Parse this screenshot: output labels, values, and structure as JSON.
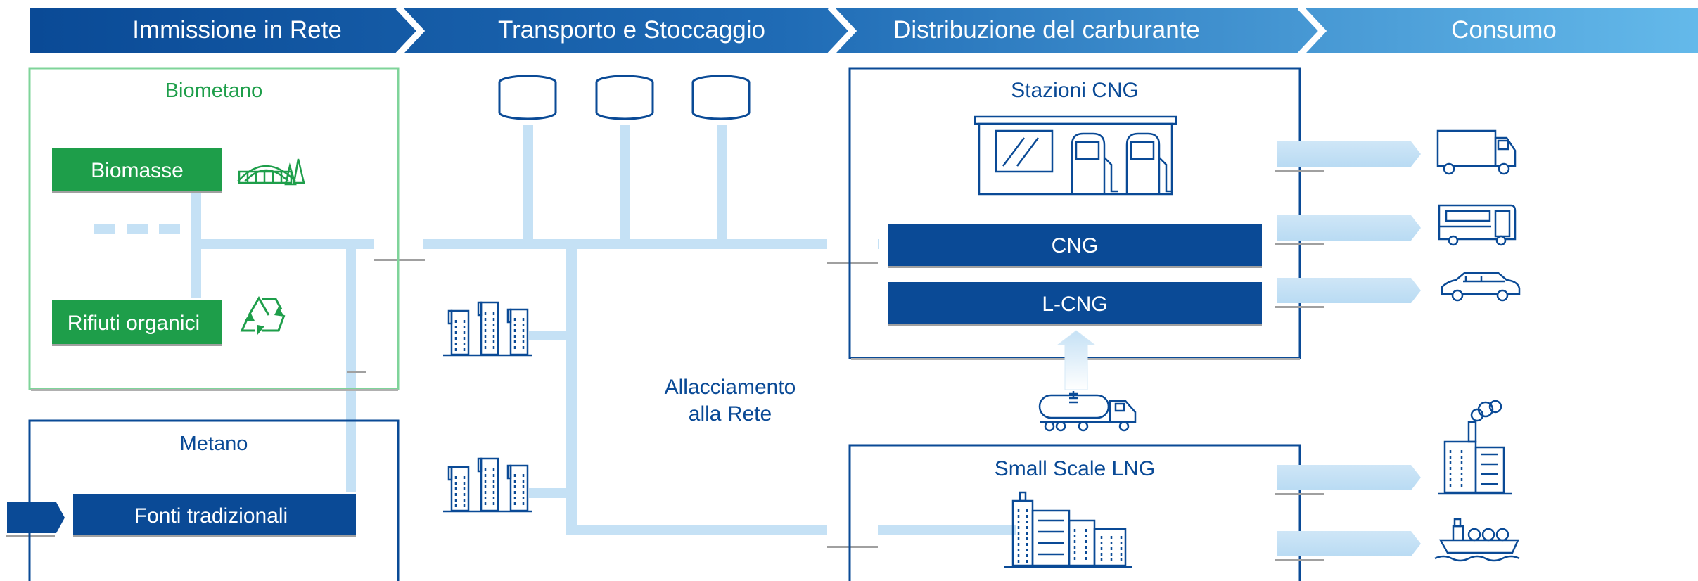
{
  "stages": [
    {
      "label": "Immissione in Rete"
    },
    {
      "label": "Transporto e Stoccaggio"
    },
    {
      "label": "Distribuzione del carburante"
    },
    {
      "label": "Consumo"
    }
  ],
  "biometano": {
    "title": "Biometano",
    "biomasse": "Biomasse",
    "rifiuti": "Rifiuti organici"
  },
  "metano": {
    "title": "Metano",
    "fonti": "Fonti tradizionali"
  },
  "allacciamento": {
    "line1": "Allacciamento",
    "line2": "alla Rete"
  },
  "distribuzione": {
    "stazioni_title": "Stazioni CNG",
    "cng": "CNG",
    "lcng": "L-CNG",
    "small_scale_title": "Small Scale LNG"
  },
  "colors": {
    "dark_blue": "#0a4a96",
    "mid_blue": "#1f6bb5",
    "light_blue": "#5fb3e6",
    "pipe": "#c5e1f5",
    "green": "#1e9e4a",
    "green_border": "#7fd49a"
  },
  "icons": [
    "forest-icon",
    "recycle-icon",
    "storage-tank-icon",
    "buildings-icon",
    "fuel-station-icon",
    "tanker-truck-icon",
    "truck-icon",
    "bus-icon",
    "car-icon",
    "factory-icon",
    "ship-icon",
    "lng-plant-icon"
  ]
}
